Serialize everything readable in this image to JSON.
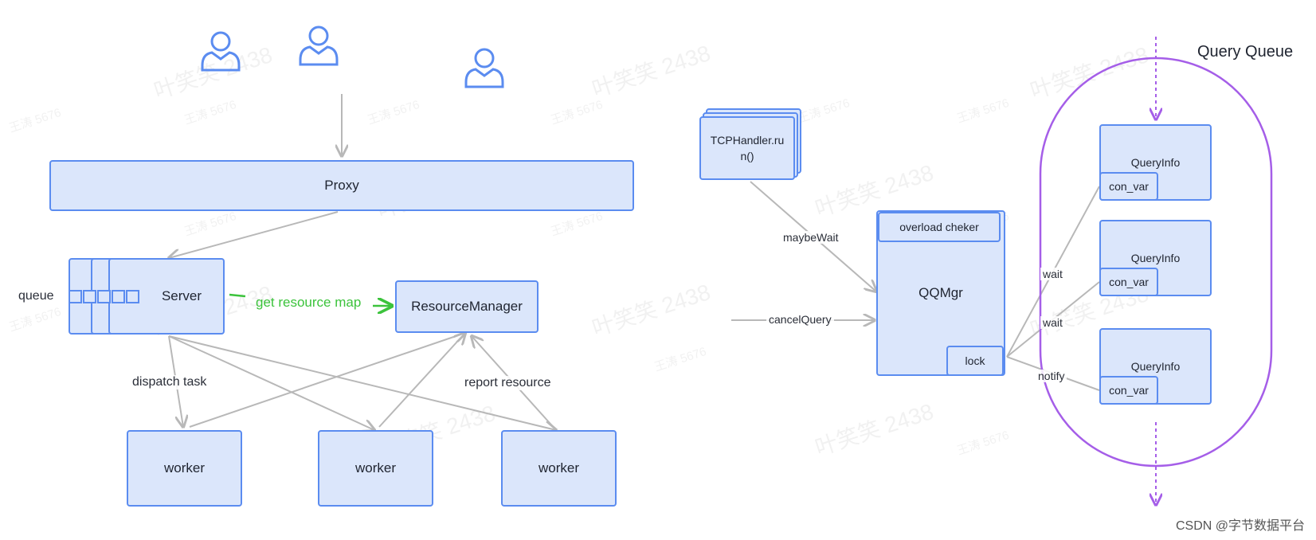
{
  "diagram": {
    "nodes": {
      "proxy": "Proxy",
      "server": "Server",
      "resource_manager": "ResourceManager",
      "worker_1": "worker",
      "worker_2": "worker",
      "worker_3": "worker",
      "tcp_handler": "TCPHandler.ru\nn()",
      "overload_checker": "overload cheker",
      "qqmgr": "QQMgr",
      "lock": "lock",
      "query_info_1": "QueryInfo",
      "query_info_2": "QueryInfo",
      "query_info_3": "QueryInfo",
      "con_var_1": "con_var",
      "con_var_2": "con_var",
      "con_var_3": "con_var"
    },
    "labels": {
      "queue": "queue",
      "get_resource_map": "get resource map",
      "dispatch_task": "dispatch task",
      "report_resource": "report resource",
      "maybe_wait": "maybeWait",
      "cancel_query": "cancelQuery",
      "wait_1": "wait",
      "wait_2": "wait",
      "notify": "notify",
      "query_queue": "Query Queue"
    },
    "watermarks": {
      "large": "叶笑笑 2438",
      "small": "王涛 5676"
    },
    "footer": "CSDN @字节数据平台",
    "colors": {
      "node_fill": "#dbe6fb",
      "node_border": "#5b8cf0",
      "arrow": "#b8b8b8",
      "green_arrow": "#3cc33c",
      "queue_outline": "#a55ee8",
      "user_icon": "#5b8cf0"
    },
    "icons": [
      "user-icon",
      "user-icon",
      "user-icon"
    ]
  }
}
